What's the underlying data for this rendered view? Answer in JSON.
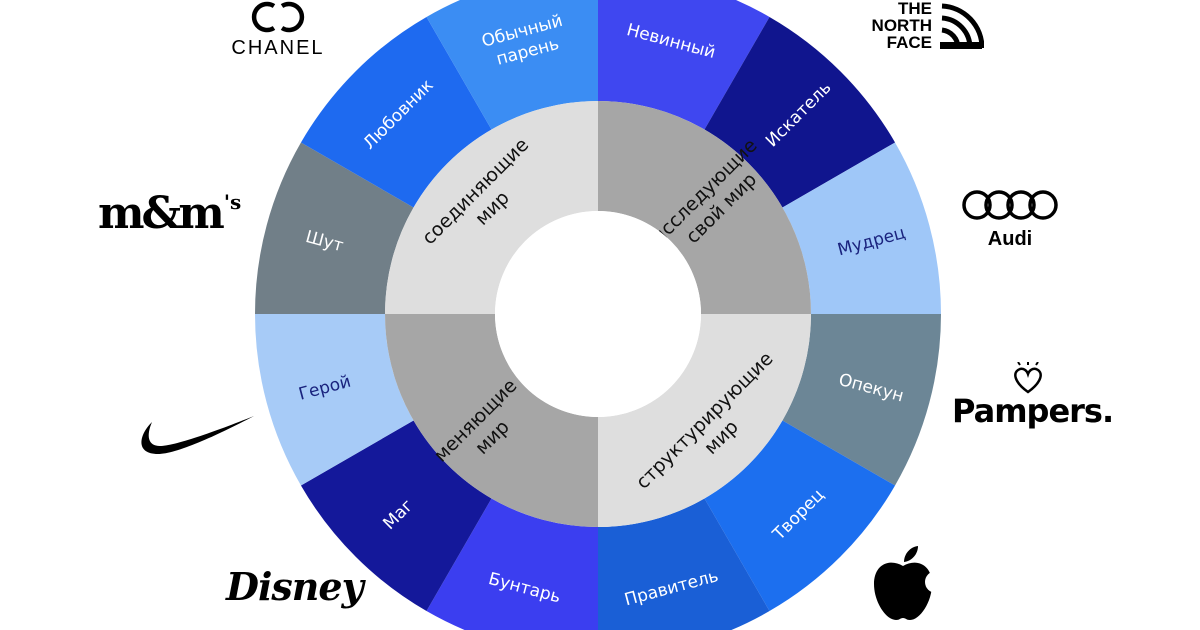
{
  "archetypes": [
    {
      "label": "Невинный",
      "color": "#3f47f0",
      "text_color": "#ffffff"
    },
    {
      "label": "Искатель",
      "color": "#10158e",
      "text_color": "#ffffff"
    },
    {
      "label": "Мудрец",
      "color": "#9fc7f8",
      "text_color": "#1a237e"
    },
    {
      "label": "Опекун",
      "color": "#6c8696",
      "text_color": "#ffffff"
    },
    {
      "label": "Творец",
      "color": "#1c6fef",
      "text_color": "#ffffff"
    },
    {
      "label": "Правитель",
      "color": "#1a5fd6",
      "text_color": "#ffffff"
    },
    {
      "label": "Бунтарь",
      "color": "#3b3ef0",
      "text_color": "#ffffff"
    },
    {
      "label": "Маг",
      "color": "#14189a",
      "text_color": "#ffffff"
    },
    {
      "label": "Герой",
      "color": "#a7cbf7",
      "text_color": "#1a237e"
    },
    {
      "label": "Шут",
      "color": "#717f88",
      "text_color": "#ffffff"
    },
    {
      "label": "Любовник",
      "color": "#1e6af0",
      "text_color": "#ffffff"
    },
    {
      "label": "Обычный\nпарень",
      "color": "#3b8df3",
      "text_color": "#ffffff"
    }
  ],
  "groups": [
    {
      "label": "исследующие\nсвой мир",
      "color": "#a6a6a6"
    },
    {
      "label": "структурирующие\nмир",
      "color": "#dedede"
    },
    {
      "label": "меняющие\nмир",
      "color": "#a6a6a6"
    },
    {
      "label": "соединяющие\nмир",
      "color": "#dedede"
    }
  ],
  "colors": {
    "center": "#ffffff",
    "background": "#ffffff",
    "group_text": "#111111"
  },
  "logos": {
    "chanel": {
      "name": "chanel-logo",
      "icon": "interlocking-cc-icon",
      "wordmark": "CHANEL"
    },
    "northface": {
      "name": "north-face-logo",
      "icon": "half-dome-icon",
      "wordmark_line1": "THE",
      "wordmark_line2": "NORTH",
      "wordmark_line3": "FACE"
    },
    "mms": {
      "name": "mms-logo",
      "wordmark": "m&m",
      "suffix": "'s"
    },
    "audi": {
      "name": "audi-logo",
      "icon": "four-rings-icon",
      "wordmark": "Audi"
    },
    "nike": {
      "name": "nike-logo",
      "icon": "swoosh-icon"
    },
    "pampers": {
      "name": "pampers-logo",
      "icon": "heart-icon",
      "wordmark": "Pampers."
    },
    "disney": {
      "name": "disney-logo",
      "wordmark": "Disney"
    },
    "apple": {
      "name": "apple-logo",
      "icon": "apple-icon"
    }
  }
}
